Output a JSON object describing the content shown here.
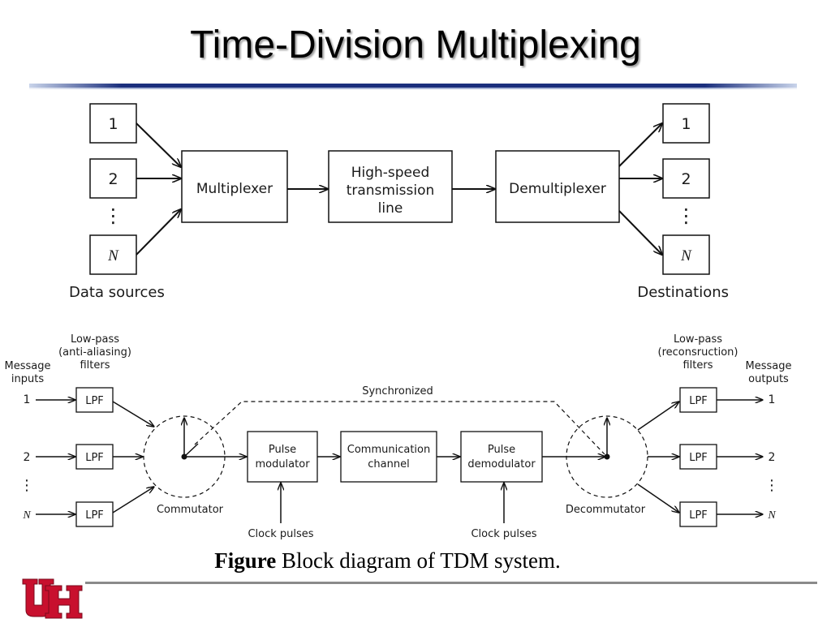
{
  "slide": {
    "title": "Time-Division Multiplexing",
    "caption_bold": "Figure",
    "caption_text": " Block diagram of TDM system."
  },
  "top_diagram": {
    "source_labels": [
      "1",
      "2",
      "N"
    ],
    "dest_labels": [
      "1",
      "2",
      "N"
    ],
    "ellipsis": "⋮",
    "multiplexer": "Multiplexer",
    "line_lines": [
      "High-speed",
      "transmission",
      "line"
    ],
    "demultiplexer": "Demultiplexer",
    "sources_caption": "Data sources",
    "destinations_caption": "Destinations"
  },
  "bottom_diagram": {
    "input_header_lines": [
      "Message",
      "inputs"
    ],
    "output_header_lines": [
      "Message",
      "outputs"
    ],
    "input_filters_header_lines": [
      "Low-pass",
      "(anti-aliasing)",
      "filters"
    ],
    "output_filters_header_lines": [
      "Low-pass",
      "(reconsruction)",
      "filters"
    ],
    "channel_labels": [
      "1",
      "2",
      "N"
    ],
    "ellipsis": "⋮",
    "lpf": "LPF",
    "commutator": "Commutator",
    "decommutator": "Decommutator",
    "synchronized": "Synchronized",
    "pulse_modulator_lines": [
      "Pulse",
      "modulator"
    ],
    "channel_lines": [
      "Communication",
      "channel"
    ],
    "pulse_demodulator_lines": [
      "Pulse",
      "demodulator"
    ],
    "clock_pulses": "Clock pulses"
  },
  "logo": {
    "letters": "UH",
    "color": "#c8102e"
  }
}
